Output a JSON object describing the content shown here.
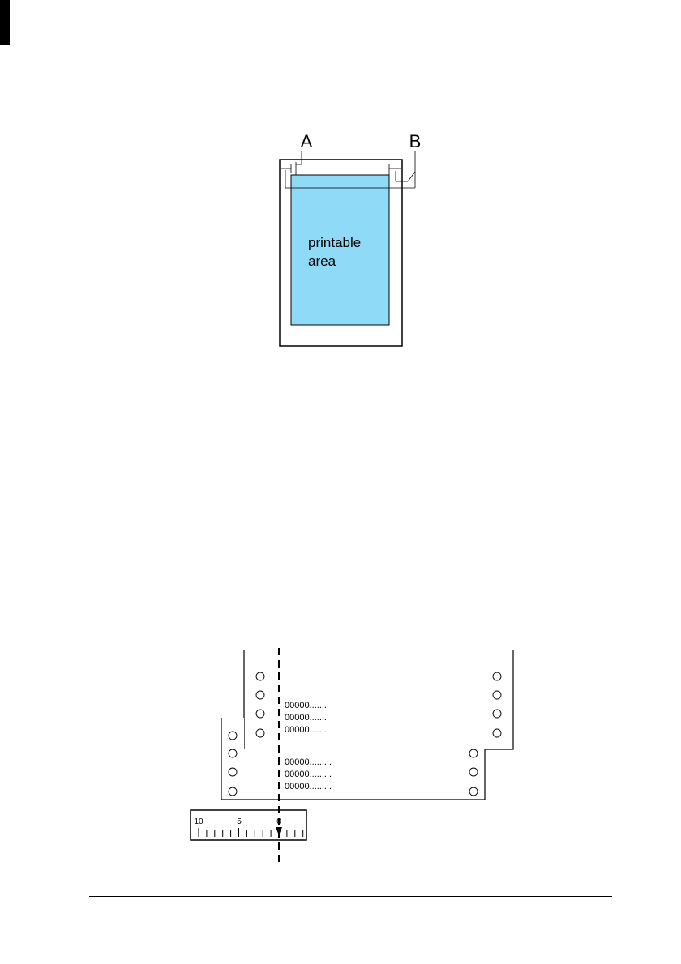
{
  "figure1": {
    "label_a": "A",
    "label_b": "B",
    "area_line1": "printable",
    "area_line2": "area",
    "colors": {
      "printable_fill": "#8fdaf6",
      "stroke": "#000000"
    }
  },
  "figure2": {
    "upper_sheet_rows": [
      "00000.......",
      "00000.......",
      "00000......."
    ],
    "lower_sheet_rows": [
      "00000.........",
      "00000.........",
      "00000........."
    ],
    "scale_labels": [
      "10",
      "5",
      "0"
    ]
  }
}
